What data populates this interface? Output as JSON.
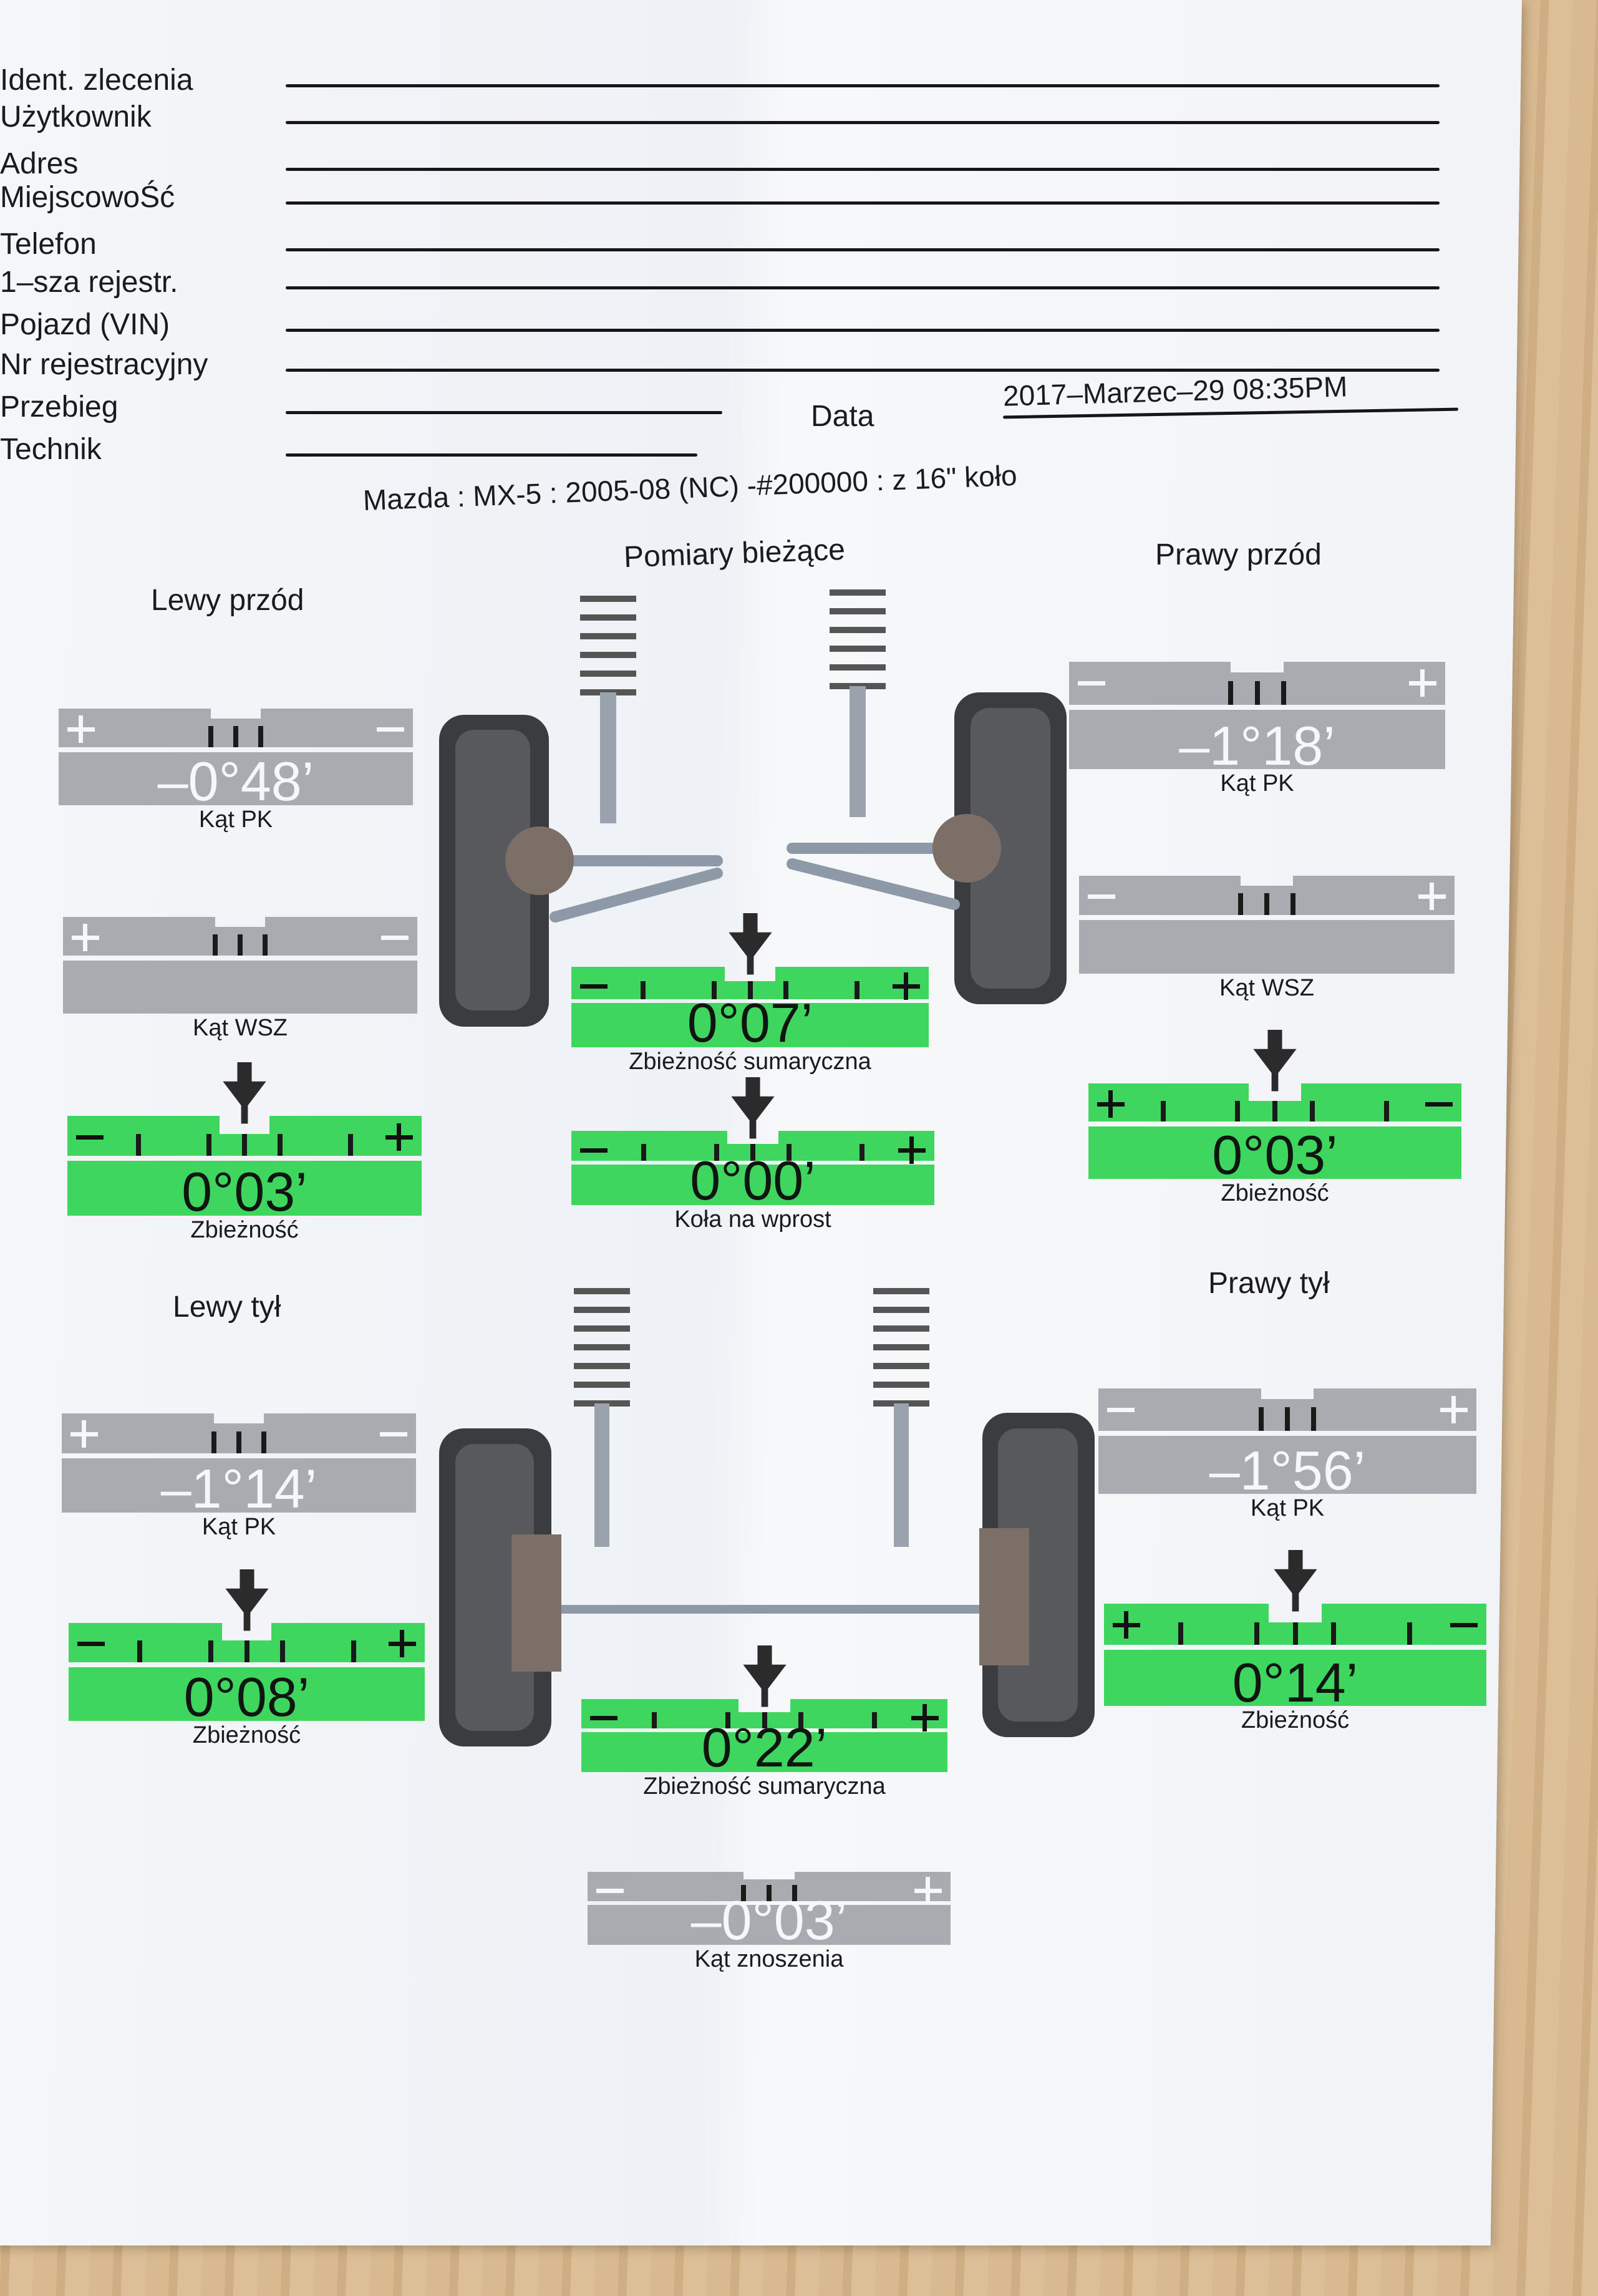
{
  "form": {
    "fields": [
      "Ident. zlecenia",
      "Użytkownik",
      "Adres",
      "MiejscowoŚć",
      "Telefon",
      "1–sza rejestr.",
      "Pojazd (VIN)",
      "Nr rejestracyjny",
      "Przebieg",
      "Technik"
    ],
    "date_label": "Data",
    "date_value": "2017–Marzec–29 08:35PM"
  },
  "vehicle": "Mazda : MX-5 : 2005-08 (NC) -#200000 : z 16\" koło",
  "sections": {
    "current": "Pomiary bieżące",
    "left_front": "Lewy przód",
    "right_front": "Prawy przód",
    "left_rear": "Lewy tył",
    "right_rear": "Prawy tył"
  },
  "gauges": {
    "lf_camber": {
      "value": "–0°48’",
      "label": "Kąt PK",
      "left_sign": "plus",
      "right_sign": "minus"
    },
    "lf_caster": {
      "value": "",
      "label": "Kąt WSZ",
      "left_sign": "plus",
      "right_sign": "minus"
    },
    "lf_toe": {
      "value": "0°03’",
      "label": "Zbieżność",
      "left_sign": "minus",
      "right_sign": "plus"
    },
    "front_total_toe": {
      "value": "0°07’",
      "label": "Zbieżność sumaryczna",
      "left_sign": "minus",
      "right_sign": "plus"
    },
    "straight_ahead": {
      "value": "0°00’",
      "label": "Koła na wprost",
      "left_sign": "minus",
      "right_sign": "plus"
    },
    "rf_camber": {
      "value": "–1°18’",
      "label": "Kąt PK",
      "left_sign": "minus",
      "right_sign": "plus"
    },
    "rf_caster": {
      "value": "",
      "label": "Kąt WSZ",
      "left_sign": "minus",
      "right_sign": "plus"
    },
    "rf_toe": {
      "value": "0°03’",
      "label": "Zbieżność",
      "left_sign": "plus",
      "right_sign": "minus"
    },
    "lr_camber": {
      "value": "–1°14’",
      "label": "Kąt PK",
      "left_sign": "plus",
      "right_sign": "minus"
    },
    "lr_toe": {
      "value": "0°08’",
      "label": "Zbieżność",
      "left_sign": "minus",
      "right_sign": "plus"
    },
    "rear_total_toe": {
      "value": "0°22’",
      "label": "Zbieżność sumaryczna",
      "left_sign": "minus",
      "right_sign": "plus"
    },
    "rr_camber": {
      "value": "–1°56’",
      "label": "Kąt PK",
      "left_sign": "minus",
      "right_sign": "plus"
    },
    "rr_toe": {
      "value": "0°14’",
      "label": "Zbieżność",
      "left_sign": "plus",
      "right_sign": "minus"
    },
    "thrust_angle": {
      "value": "–0°03’",
      "label": "Kąt znoszenia",
      "left_sign": "minus",
      "right_sign": "plus"
    }
  },
  "colors": {
    "green": "#3fd65f",
    "gray": "#a8acb1",
    "ink": "#1b1b1f"
  }
}
